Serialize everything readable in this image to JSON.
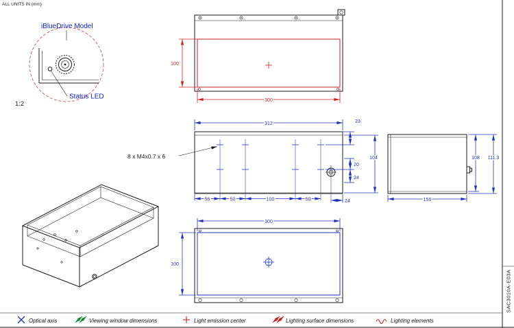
{
  "page": {
    "units_note": "ALL UNITS IN (mm)",
    "part_number": "SAC3010A-E03A"
  },
  "detail_view": {
    "title": "iBlueDrive Model",
    "led_label": "Status LED",
    "scale_label": "1:2"
  },
  "top_view": {
    "dim_height": "100",
    "dim_width": "300"
  },
  "front_view": {
    "dim_width": "312",
    "holes_note": "8 x M4x0.7 x 6",
    "dim_top_to_holes": "23",
    "dim_inner_height": "104",
    "dim_20": "20",
    "dim_24_side": "24",
    "dim_24_bottom": "24",
    "dim_seg_56": "56",
    "dim_seg_50a": "50",
    "dim_seg_100": "100",
    "dim_seg_50b": "50"
  },
  "side_view": {
    "dim_108": "108",
    "dim_111_3": "111.3",
    "dim_150": "150"
  },
  "bottom_view": {
    "dim_width": "300",
    "dim_height": "100"
  },
  "legend": {
    "items": [
      {
        "icon": "optical-axis-icon",
        "label": "Optical axis"
      },
      {
        "icon": "viewing-window-icon",
        "label": "Viewing window dimensions"
      },
      {
        "icon": "light-emission-icon",
        "label": "Light emission center"
      },
      {
        "icon": "lighting-surface-icon",
        "label": "Lighting surface dimensions"
      },
      {
        "icon": "lighting-elements-icon",
        "label": "Lighting elements"
      }
    ]
  },
  "colors": {
    "line_black": "#1a1a1a",
    "dim_blue": "#2233bb",
    "dim_red": "#cc2222",
    "label_blue": "#1122cc",
    "legend_green": "#118833",
    "detail_circle_red": "#cc5555"
  }
}
